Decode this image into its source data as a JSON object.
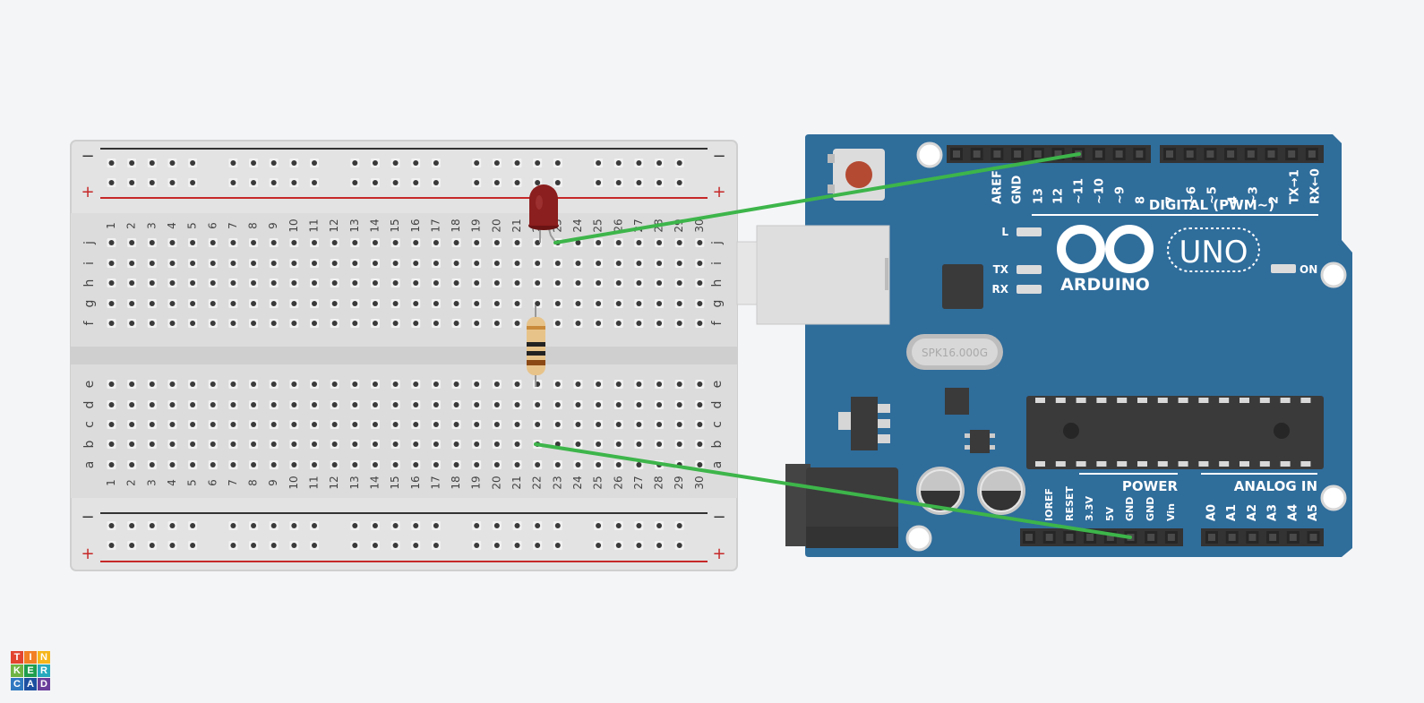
{
  "breadboard": {
    "rail_minus": "−",
    "rail_plus": "+",
    "columns": [
      "1",
      "2",
      "3",
      "4",
      "5",
      "6",
      "7",
      "8",
      "9",
      "10",
      "11",
      "12",
      "13",
      "14",
      "15",
      "16",
      "17",
      "18",
      "19",
      "20",
      "21",
      "22",
      "23",
      "24",
      "25",
      "26",
      "27",
      "28",
      "29",
      "30"
    ],
    "rows_top": [
      "j",
      "i",
      "h",
      "g",
      "f"
    ],
    "rows_bottom": [
      "e",
      "d",
      "c",
      "b",
      "a"
    ]
  },
  "arduino": {
    "logo_text": "ARDUINO",
    "model": "UNO",
    "digital_title": "DIGITAL (PWM~)",
    "digital_pins": [
      "AREF",
      "GND",
      "13",
      "12",
      "~11",
      "~10",
      "~9",
      "8",
      "7",
      "~6",
      "~5",
      "4",
      "~3",
      "2",
      "TX→1",
      "RX←0"
    ],
    "led_labels": {
      "l": "L",
      "tx": "TX",
      "rx": "RX",
      "on": "ON"
    },
    "crystal_text": "SPK16.000G",
    "power_title": "POWER",
    "power_pins": [
      "IOREF",
      "RESET",
      "3.3V",
      "5V",
      "GND",
      "GND",
      "Vin"
    ],
    "analog_title": "ANALOG IN",
    "analog_pins": [
      "A0",
      "A1",
      "A2",
      "A3",
      "A4",
      "A5"
    ]
  },
  "components": {
    "led_color": "#8b1e1e",
    "wire_color": "#3db54a",
    "board_color": "#2f6d9b"
  },
  "brand": {
    "letters": [
      "T",
      "I",
      "N",
      "K",
      "E",
      "R",
      "C",
      "A",
      "D"
    ],
    "colors": [
      "#e2442f",
      "#f27f24",
      "#f6b61b",
      "#6fb443",
      "#1f9e4d",
      "#27a9bd",
      "#2f79c1",
      "#1d4fa0",
      "#6a3d9a"
    ]
  }
}
